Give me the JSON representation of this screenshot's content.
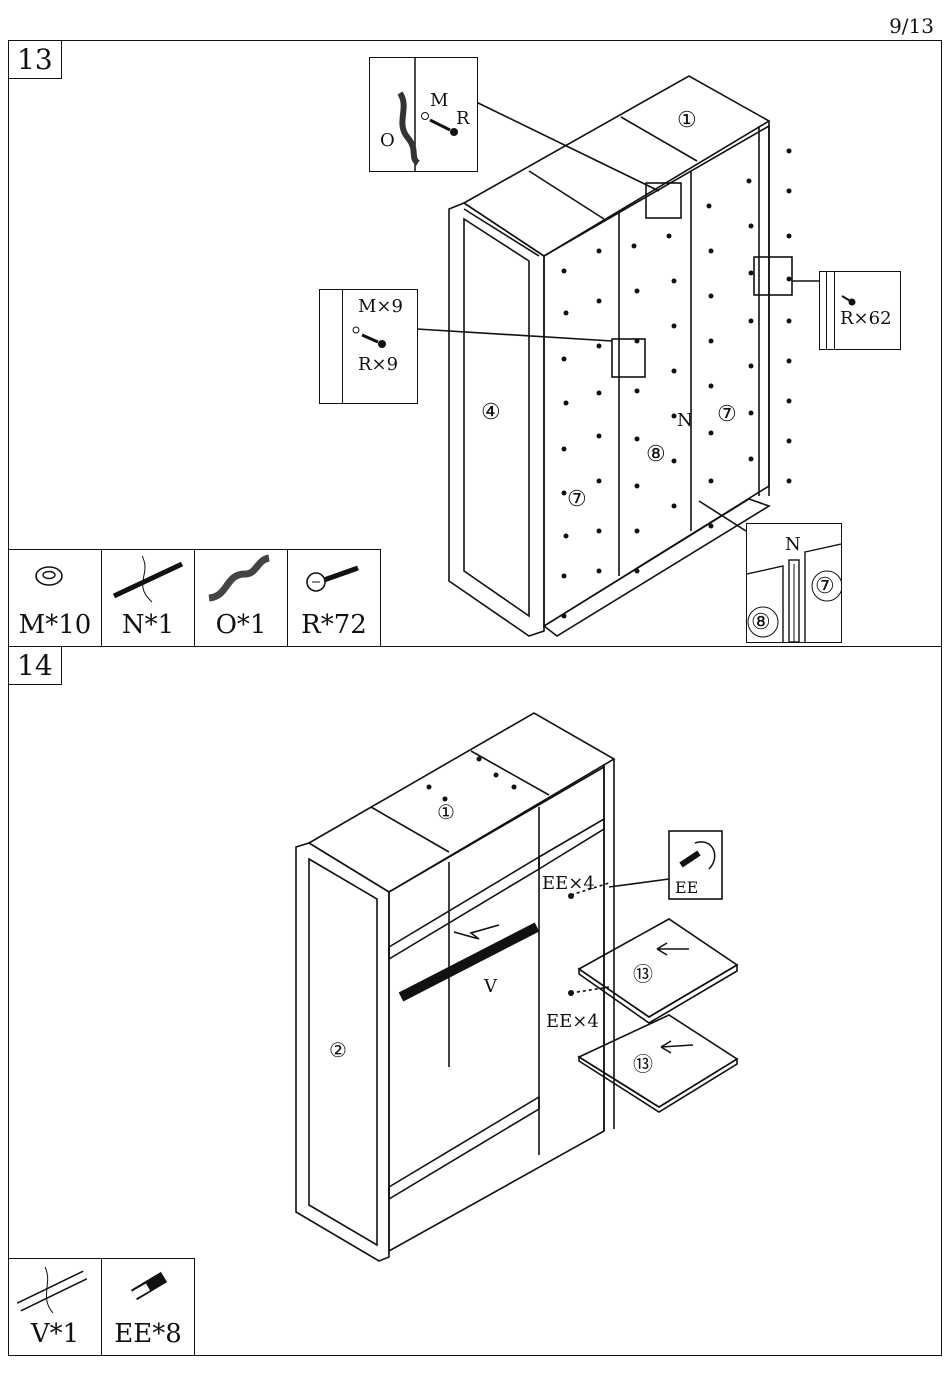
{
  "page_number": "9/13",
  "step13": {
    "step_number": "13",
    "callout_top": {
      "m": "M",
      "r": "R",
      "o": "O"
    },
    "callout_left": {
      "m": "M×9",
      "r": "R×9"
    },
    "callout_right": {
      "r": "R×62"
    },
    "panel_labels": {
      "p1": "①",
      "p4": "④",
      "p7a": "⑦",
      "p7b": "⑦",
      "p8": "⑧",
      "n": "N"
    },
    "callout_bottom": {
      "n": "N",
      "p8": "⑧",
      "p7": "⑦"
    },
    "parts": [
      {
        "name": "washer-m",
        "label": "M*10"
      },
      {
        "name": "strip-n",
        "label": "N*1"
      },
      {
        "name": "tape-o",
        "label": "O*1"
      },
      {
        "name": "screw-r",
        "label": "R*72"
      }
    ]
  },
  "step14": {
    "step_number": "14",
    "panel_labels": {
      "p1": "①",
      "p2": "②",
      "v": "V",
      "p13a": "⑬",
      "p13b": "⑬"
    },
    "ee_callouts": [
      "EE×4",
      "EE×4"
    ],
    "ee_zoom": "EE",
    "parts": [
      {
        "name": "rod-v",
        "label": "V*1"
      },
      {
        "name": "pin-ee",
        "label": "EE*8"
      }
    ]
  }
}
